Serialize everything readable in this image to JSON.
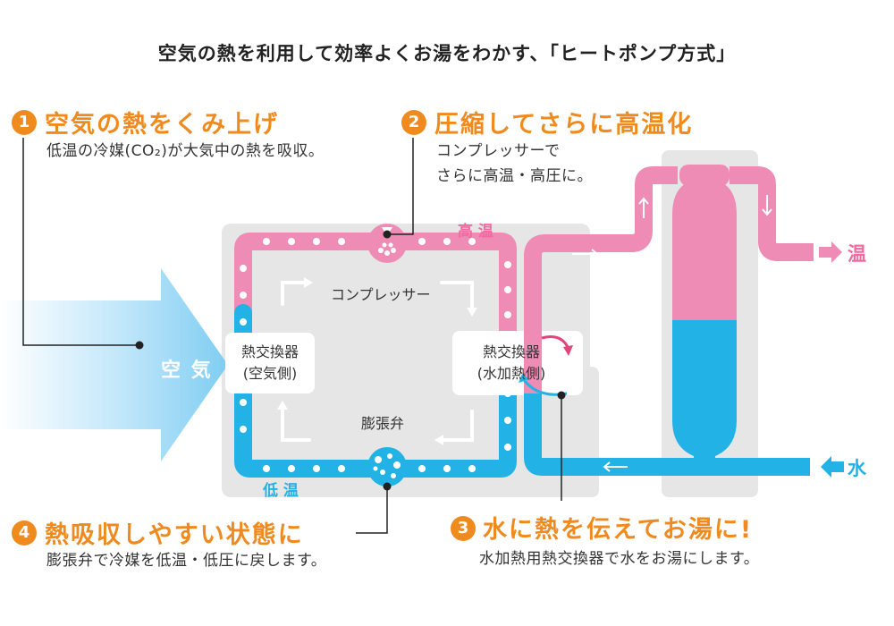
{
  "title": "空気の熱を利用して効率よくお湯をわかす、「ヒートポンプ方式」",
  "steps": [
    {
      "num": "1",
      "heading": "空気の熱をくみ上げ",
      "desc": [
        "低温の冷媒(CO₂)が大気中の熱を吸収。"
      ]
    },
    {
      "num": "2",
      "heading": "圧縮してさらに高温化",
      "desc": [
        "コンプレッサーで",
        "さらに高温・高圧に。"
      ]
    },
    {
      "num": "3",
      "heading": "水に熱を伝えてお湯に!",
      "desc": [
        "水加熱用熱交換器で水をお湯にします。"
      ]
    },
    {
      "num": "4",
      "heading": "熱吸収しやすい状態に",
      "desc": [
        "膨張弁で冷媒を低温・低圧に戻します。"
      ]
    }
  ],
  "diagram": {
    "air_label": "空 気",
    "high_temp": "高 温",
    "low_temp": "低 温",
    "compressor": "コンプレッサー",
    "expansion_valve": "膨張弁",
    "hx_air": [
      "熱交換器",
      "(空気側)"
    ],
    "hx_water": [
      "熱交換器",
      "(水加熱側)"
    ],
    "hot_out": "温",
    "water_in": "水"
  },
  "colors": {
    "accent": "#ef8a1f",
    "hot": "#ef8cb5",
    "cold": "#22b2e6",
    "unit_bg": "#e6e6e6"
  }
}
